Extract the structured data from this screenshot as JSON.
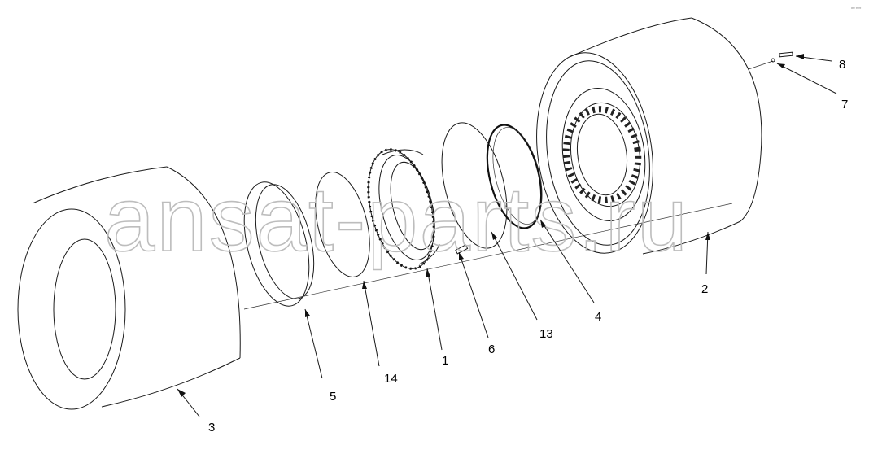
{
  "watermark": "ansat-parts.ru",
  "corner_mark": "º⁰⁰ ⁰⁰⁰⁰",
  "callouts": [
    {
      "id": "c1",
      "label": "1"
    },
    {
      "id": "c2",
      "label": "2"
    },
    {
      "id": "c3",
      "label": "3"
    },
    {
      "id": "c4",
      "label": "4"
    },
    {
      "id": "c5",
      "label": "5"
    },
    {
      "id": "c6",
      "label": "6"
    },
    {
      "id": "c7",
      "label": "7"
    },
    {
      "id": "c8",
      "label": "8"
    },
    {
      "id": "c13",
      "label": "13"
    },
    {
      "id": "c14",
      "label": "14"
    }
  ],
  "colors": {
    "line": "#1a1a1a",
    "watermark": "#bdbdbd",
    "background": "#ffffff"
  }
}
